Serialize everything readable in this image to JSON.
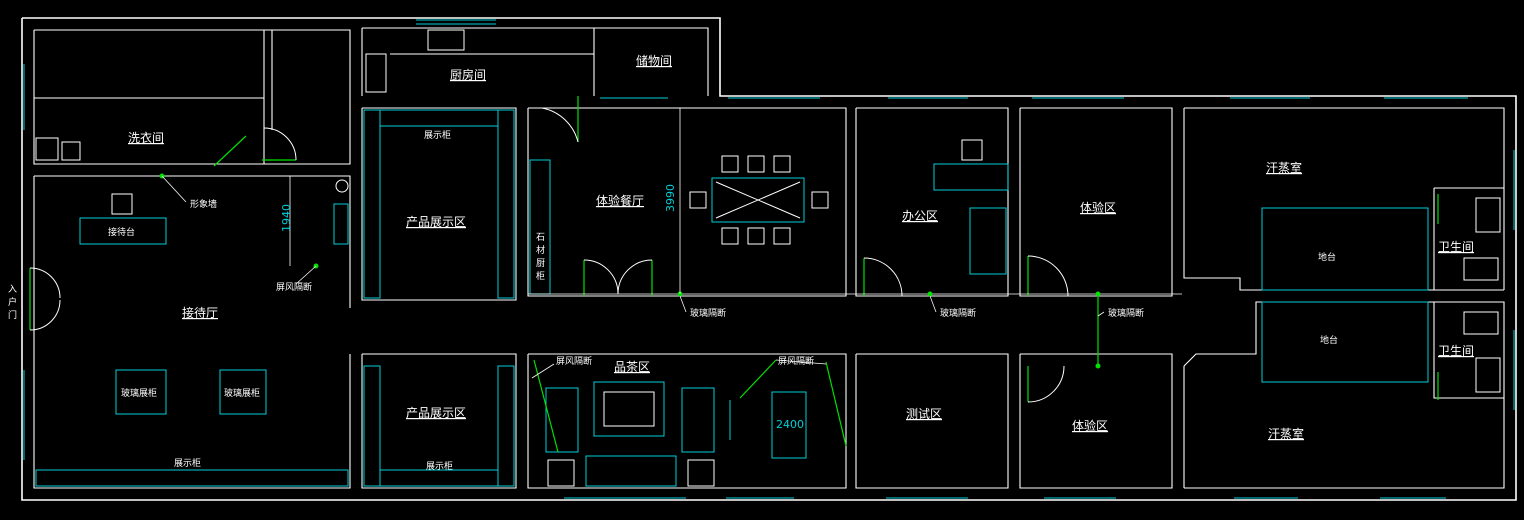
{
  "rooms": {
    "laundry": "洗衣间",
    "kitchen": "厨房间",
    "storage": "储物间",
    "tasting_dining": "体验餐厅",
    "office": "办公区",
    "experience_top": "体验区",
    "sauna_top": "汗蒸室",
    "bathroom_top": "卫生间",
    "bathroom_bottom": "卫生间",
    "reception_hall": "接待厅",
    "product_display_top": "产品展示区",
    "product_display_bottom": "产品展示区",
    "tea_area": "品茶区",
    "test_area": "测试区",
    "experience_bottom": "体验区",
    "sauna_bottom": "汗蒸室"
  },
  "labels": {
    "reception_desk": "接待台",
    "image_wall": "形象墙",
    "screen_partition_left": "屏风隔断",
    "entrance_door": [
      "入",
      "户",
      "门"
    ],
    "display_cabinet_top": "展示柜",
    "display_cabinet_bottom": "展示柜",
    "display_cabinet_reception": "展示柜",
    "glass_cabinet_1": "玻璃展柜",
    "glass_cabinet_2": "玻璃展柜",
    "stone_cabinet": [
      "石",
      "材",
      "厨",
      "柜"
    ],
    "glass_partition_1": "玻璃隔断",
    "glass_partition_2": "玻璃隔断",
    "glass_partition_3": "玻璃隔断",
    "screen_partition_tea_left": "屏风隔断",
    "screen_partition_tea_right": "屏风隔断",
    "platform_top": "地台",
    "platform_bottom": "地台"
  },
  "dimensions": {
    "dim_1940": "1940",
    "dim_3990": "3990",
    "dim_2400": "2400"
  }
}
